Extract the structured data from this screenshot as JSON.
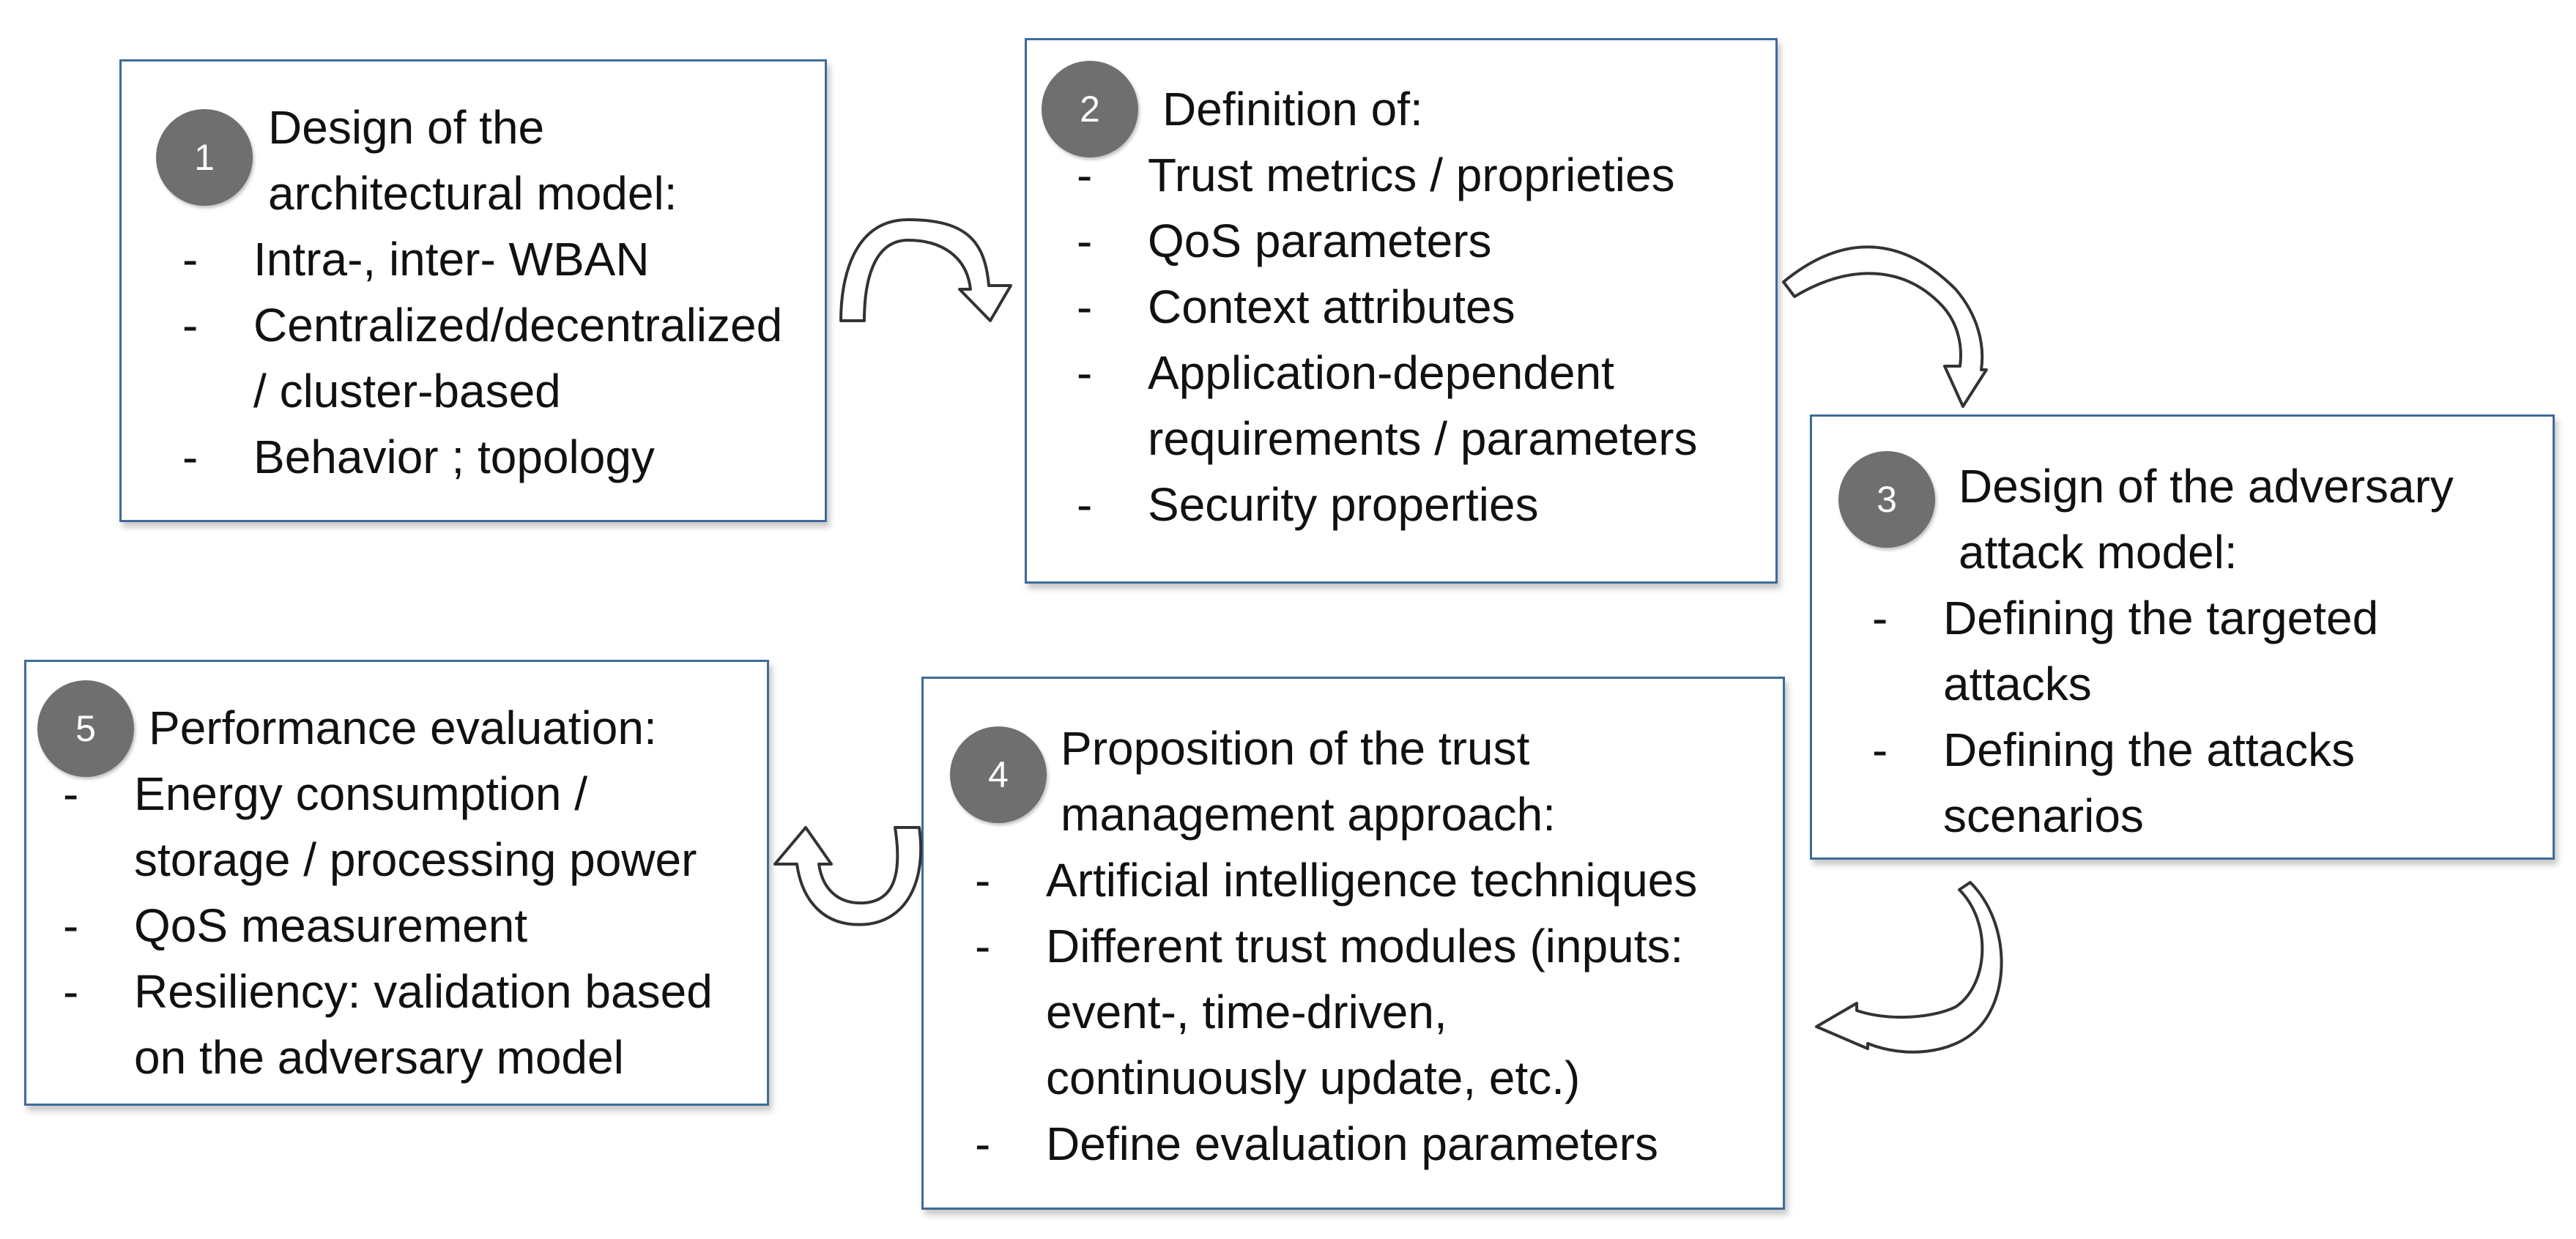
{
  "steps": [
    {
      "number": "1",
      "title_lines": [
        "Design of the",
        "architectural model:"
      ],
      "items": [
        {
          "lines": [
            "Intra-, inter- WBAN"
          ]
        },
        {
          "lines": [
            "Centralized/decentralized",
            "/ cluster-based"
          ]
        },
        {
          "lines": [
            "Behavior ; topology"
          ]
        }
      ]
    },
    {
      "number": "2",
      "title_lines": [
        "Definition of:"
      ],
      "items": [
        {
          "lines": [
            "Trust metrics / proprieties"
          ]
        },
        {
          "lines": [
            "QoS parameters"
          ]
        },
        {
          "lines": [
            "Context attributes"
          ]
        },
        {
          "lines": [
            "Application-dependent",
            "requirements / parameters"
          ]
        },
        {
          "lines": [
            "Security properties"
          ]
        }
      ]
    },
    {
      "number": "3",
      "title_lines": [
        "Design of the adversary",
        "attack model:"
      ],
      "items": [
        {
          "lines": [
            "Defining the targeted",
            "attacks"
          ]
        },
        {
          "lines": [
            "Defining the attacks",
            "scenarios"
          ]
        }
      ]
    },
    {
      "number": "4",
      "title_lines": [
        "Proposition of the trust",
        "management approach:"
      ],
      "items": [
        {
          "lines": [
            "Artificial intelligence techniques"
          ]
        },
        {
          "lines": [
            "Different trust modules (inputs:",
            "event-, time-driven,",
            "continuously update, etc.)"
          ]
        },
        {
          "lines": [
            "Define evaluation parameters"
          ]
        }
      ]
    },
    {
      "number": "5",
      "title_lines": [
        "Performance evaluation:"
      ],
      "items": [
        {
          "lines": [
            "Energy consumption /",
            "storage / processing power"
          ]
        },
        {
          "lines": [
            "QoS measurement"
          ]
        },
        {
          "lines": [
            "Resiliency: validation based",
            "on the adversary model"
          ]
        }
      ]
    }
  ],
  "bullet": "-",
  "colors": {
    "border": "#3f6b9a",
    "badge": "#6f6f6f",
    "arrow_stroke": "#333333"
  }
}
